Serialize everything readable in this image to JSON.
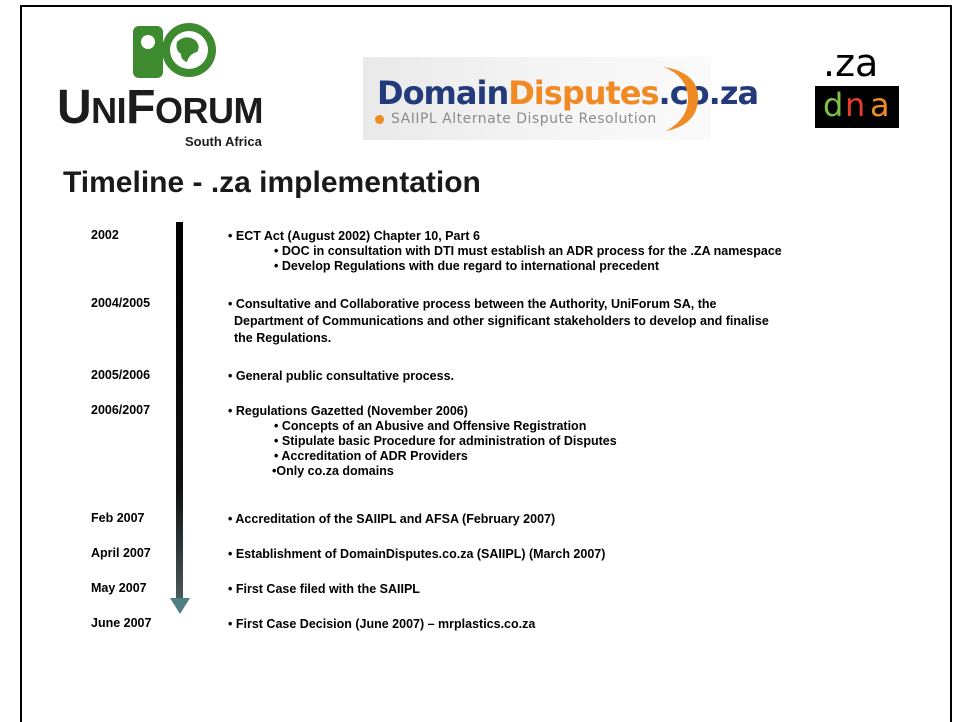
{
  "logos": {
    "uniforum": {
      "word_first": "U",
      "word_ni": "NI",
      "word_f": "F",
      "word_orum": "ORUM",
      "sub": "South Africa"
    },
    "domaindisputes": {
      "part1": "Domain",
      "part2": "Disputes",
      "part3": ".co.za",
      "sub": "SAIIPL Alternate Dispute Resolution"
    },
    "zadna": {
      "za": ".za",
      "d": "d",
      "n": "n",
      "a": "a"
    }
  },
  "heading": "Timeline - .za implementation",
  "timeline": [
    {
      "year": "2002",
      "text": "ECT Act (August 2002) Chapter 10, Part 6",
      "subs": [
        "DOC in consultation with DTI must establish an ADR process for the .ZA namespace",
        "Develop Regulations with due regard to international precedent"
      ]
    },
    {
      "year": "2004/2005",
      "lines": [
        "Consultative and Collaborative process between the Authority, UniForum SA, the",
        "Department of Communications and other significant stakeholders to develop and finalise",
        "the Regulations."
      ]
    },
    {
      "year": "2005/2006",
      "text": "General public consultative process."
    },
    {
      "year": "2006/2007",
      "text": "Regulations Gazetted (November 2006)",
      "subs": [
        "Concepts of an Abusive and Offensive Registration",
        "Stipulate basic Procedure for administration of Disputes",
        "Accreditation of ADR Providers",
        "Only co.za domains"
      ]
    },
    {
      "year": "Feb 2007",
      "text": "Accreditation of the SAIIPL and AFSA (February 2007)"
    },
    {
      "year": "April 2007",
      "text": "Establishment of DomainDisputes.co.za (SAIIPL) (March 2007)"
    },
    {
      "year": "May 2007",
      "text": "First Case filed with the SAIIPL"
    },
    {
      "year": "June 2007",
      "text": "First Case Decision (June 2007) – mrplastics.co.za"
    }
  ],
  "colors": {
    "uniforum_green": "#3e8a2e",
    "dd_blue": "#233a7b",
    "dd_orange": "#f08a24",
    "arrow_tip": "#4f7f83"
  }
}
